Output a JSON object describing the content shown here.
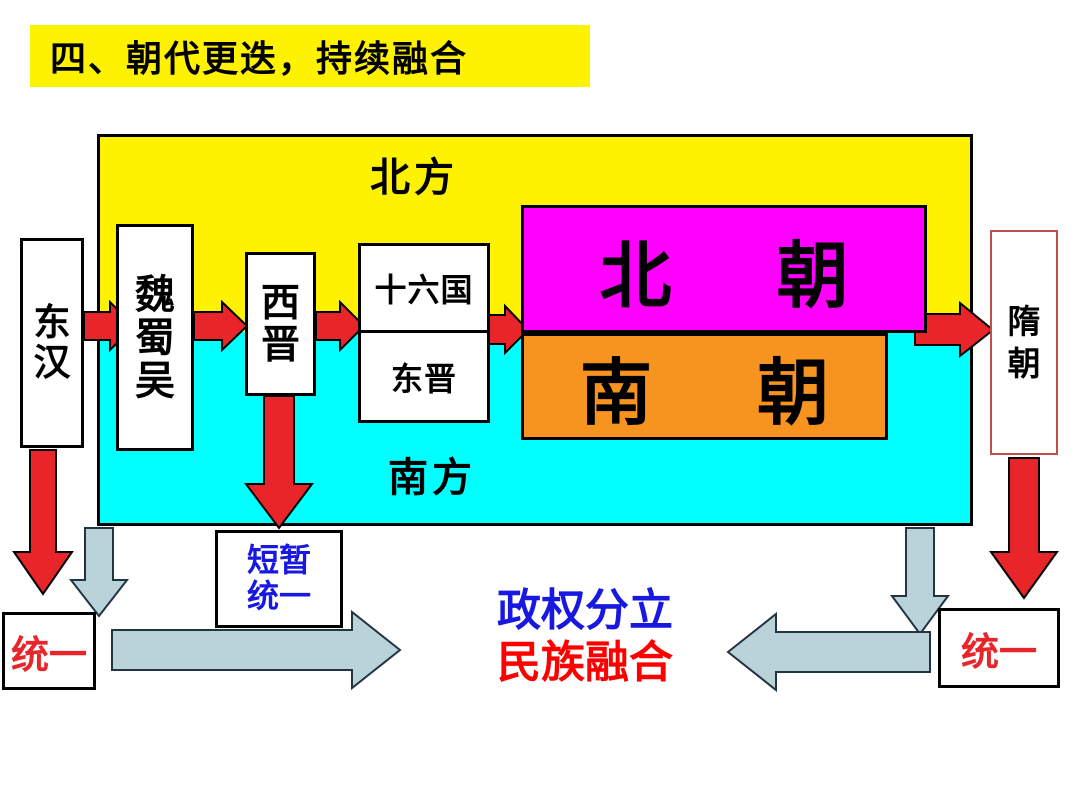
{
  "title": {
    "text": "四、朝代更迭，持续融合",
    "background": "#FFF200",
    "color": "#000000"
  },
  "regions": {
    "north": {
      "label": "北方",
      "background": "#FFF200"
    },
    "south": {
      "label": "南方",
      "background": "#00FFFF"
    }
  },
  "timeline": {
    "boxes": [
      {
        "id": "donghan",
        "label": "东汉",
        "chars": [
          "东",
          "汉"
        ],
        "fill": "#FFFFFF",
        "border": "#000000",
        "text_color": "#000000"
      },
      {
        "id": "weishuwu",
        "label": "魏蜀吴",
        "chars": [
          "魏",
          "蜀",
          "吴"
        ],
        "fill": "#FFFFFF",
        "border": "#000000",
        "text_color": "#000000"
      },
      {
        "id": "xijin",
        "label": "西晋",
        "chars": [
          "西",
          "晋"
        ],
        "fill": "#FFFFFF",
        "border": "#000000",
        "text_color": "#000000"
      },
      {
        "id": "sui",
        "label": "隋朝",
        "chars": [
          "隋",
          "朝"
        ],
        "fill": "#FFFFFF",
        "border": "#C0504D",
        "text_color": "#000000"
      }
    ],
    "split_box": {
      "north_label": "十六国",
      "south_label": "东晋",
      "fill": "#FFFFFF",
      "border": "#000000"
    },
    "dynasty_bands": [
      {
        "id": "beichao",
        "label": "北  朝",
        "fill": "#FF00FF",
        "text_color": "#000000"
      },
      {
        "id": "nanchao",
        "label": "南  朝",
        "fill": "#F79420",
        "text_color": "#000000"
      }
    ]
  },
  "outcomes": {
    "unify_left": {
      "label": "统一",
      "text_color": "#E8262A",
      "border": "#000000"
    },
    "brief_unify": {
      "label": "短暂统一",
      "lines": [
        "短暂",
        "统一"
      ],
      "text_color": "#1818E0",
      "border": "#000000"
    },
    "unify_right": {
      "label": "统一",
      "text_color": "#E8262A",
      "border": "#000000"
    }
  },
  "conclusion": {
    "line1": "政权分立",
    "line1_color": "#1818E0",
    "line2": "民族融合",
    "line2_color": "#FF0000"
  },
  "arrows": {
    "succession_color": "#E8262A",
    "outcome_color": "#B9D3D8",
    "succession_labels": [
      "donghan-to-weishuwu",
      "weishuwu-to-xijin",
      "xijin-to-shiliuguo",
      "shiliuguo-to-beichao",
      "beichao-to-sui"
    ],
    "down_labels": [
      "donghan-down",
      "xijin-down",
      "sui-down"
    ],
    "summary_labels": [
      "left-down-to-unify",
      "right-down-to-unify",
      "left-to-conclusion",
      "right-to-conclusion"
    ]
  }
}
